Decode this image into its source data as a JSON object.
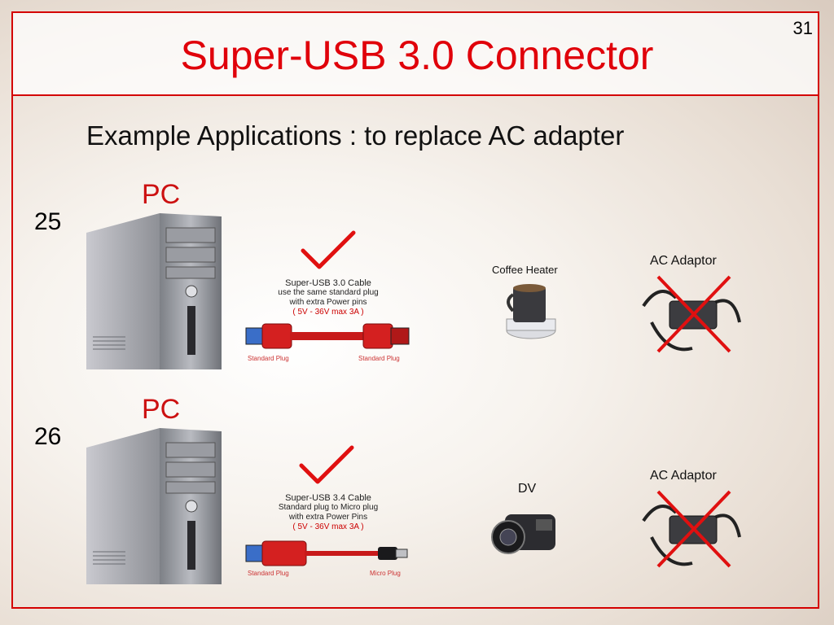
{
  "slide": {
    "title": "Super-USB 3.0 Connector",
    "page_number": "31",
    "subtitle": "Example Applications : to replace AC adapter"
  },
  "rows": [
    {
      "number": "25",
      "pc_label": "PC",
      "cable": {
        "line1": "Super-USB 3.0 Cable",
        "line2": "use the same standard plug",
        "line3": "with extra Power pins",
        "line4": "( 5V - 36V  max 3A )",
        "left_plug": "Standard Plug",
        "right_plug": "Standard Plug"
      },
      "device_label": "Coffee Heater",
      "adaptor_label": "AC Adaptor"
    },
    {
      "number": "26",
      "pc_label": "PC",
      "cable": {
        "line1": "Super-USB 3.4 Cable",
        "line2": "Standard plug to Micro plug",
        "line3": "with extra Power Pins",
        "line4": "( 5V - 36V  max 3A )",
        "left_plug": "Standard Plug",
        "right_plug": "Micro Plug"
      },
      "device_label": "DV",
      "adaptor_label": "AC Adaptor"
    }
  ],
  "colors": {
    "accent": "#e0000a",
    "check": "#e01010",
    "cable": "#d42020"
  }
}
